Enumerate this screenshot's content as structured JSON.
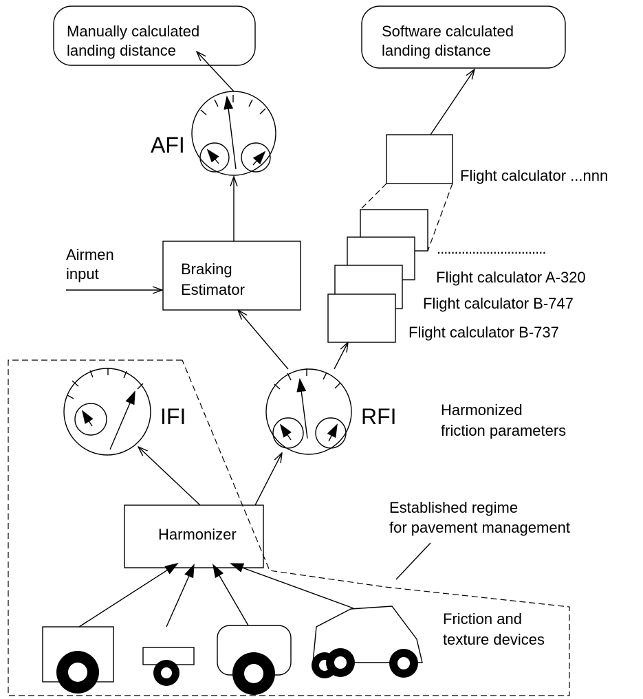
{
  "boxes": {
    "manual": [
      "Manually calculated",
      "landing distance"
    ],
    "software": [
      "Software calculated",
      "landing distance"
    ],
    "braking_estimator": [
      "Braking",
      "Estimator"
    ],
    "harmonizer": "Harmonizer"
  },
  "gauges": {
    "afi": "AFI",
    "ifi": "IFI",
    "rfi": "RFI"
  },
  "inputs": {
    "airmen": [
      "Airmen",
      "input"
    ]
  },
  "flight_calculators": {
    "nnn": "Flight calculator ...nnn",
    "dots": "...............................",
    "a320": "Flight calculator A-320",
    "b747": "Flight calculator B-747",
    "b737": "Flight calculator B-737"
  },
  "annotations": {
    "harmonized": [
      "Harmonized",
      "friction parameters"
    ],
    "regime": [
      "Established regime",
      "for pavement management"
    ],
    "devices": [
      "Friction and",
      "texture devices"
    ]
  }
}
